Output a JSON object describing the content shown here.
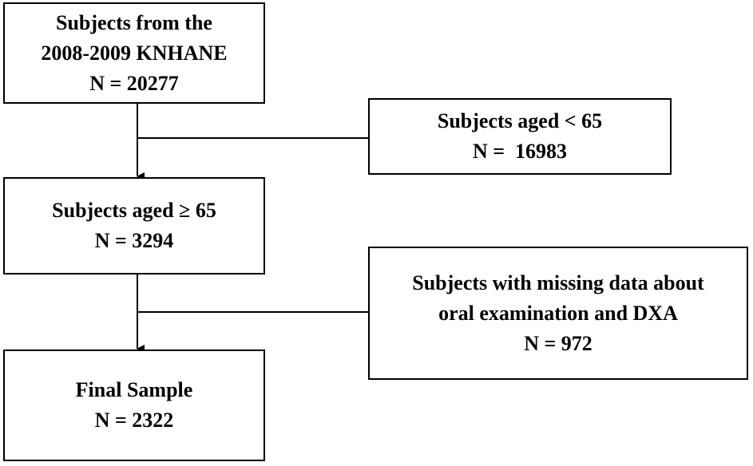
{
  "flowchart": {
    "source_box": {
      "line1": "Subjects from the",
      "line2": "2008-2009 KNHANE",
      "line3": "N = 20277"
    },
    "exclusion_1": {
      "line1": "Subjects aged < 65",
      "line2": "N =  16983"
    },
    "elderly_box": {
      "line1": "Subjects aged ≥ 65",
      "line2": "N = 3294"
    },
    "exclusion_2": {
      "line1": "Subjects with missing data about",
      "line2": "oral examination and DXA",
      "line3": "N = 972"
    },
    "final_box": {
      "line1": "Final Sample",
      "line2": "N = 2322"
    }
  }
}
